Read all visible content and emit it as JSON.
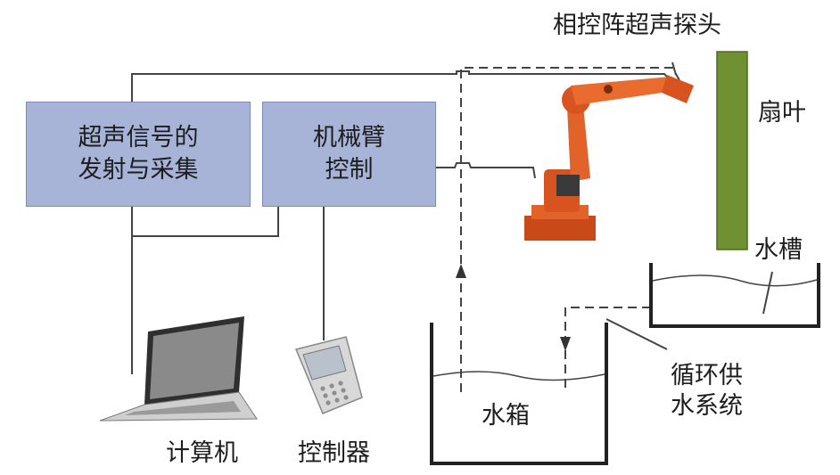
{
  "boxes": {
    "signal_acq": {
      "line1": "超声信号的",
      "line2": "发射与采集"
    },
    "arm_control": {
      "line1": "机械臂",
      "line2": "控制"
    }
  },
  "labels": {
    "probe": "相控阵超声探头",
    "blade": "扇叶",
    "trough": "水槽",
    "circulation_line1": "循环供",
    "circulation_line2": "水系统",
    "tank": "水箱",
    "computer": "计算机",
    "controller": "控制器"
  }
}
